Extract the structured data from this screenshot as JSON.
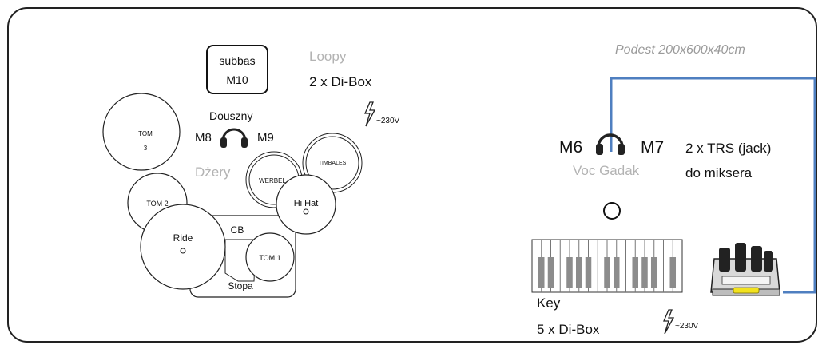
{
  "stage": {
    "podest_label": "Podest  200x600x40cm",
    "cable_color": "#4f7fc0"
  },
  "drums": {
    "subbas": {
      "line1": "subbas",
      "line2": "M10"
    },
    "loopy": "Loopy",
    "loopy_dibox": "2 x Di-Box",
    "douszny": "Douszny",
    "m8": "M8",
    "m9": "M9",
    "dzery": "Dżery",
    "tom3": {
      "line1": "TOM",
      "line2": "3"
    },
    "tom2": "TOM 2",
    "werbel": "WERBEL",
    "timbales": "TIMBALES",
    "hihat": "Hi Hat",
    "ride": "Ride",
    "cb": "CB",
    "tom1": "TOM 1",
    "stopa": "Stopa",
    "power_top": "~230V"
  },
  "vocal": {
    "m6": "M6",
    "m7": "M7",
    "voc_gadak": "Voc Gadak",
    "trs_line1": "2 x  TRS  (jack)",
    "trs_line2": "do miksera"
  },
  "keys": {
    "key": "Key",
    "key_dibox": "5 x Di-Box",
    "power_bottom": "~230V"
  },
  "icons": [
    "headphones-icon",
    "lightning-icon",
    "keyboard-icon",
    "mixer-icon"
  ]
}
